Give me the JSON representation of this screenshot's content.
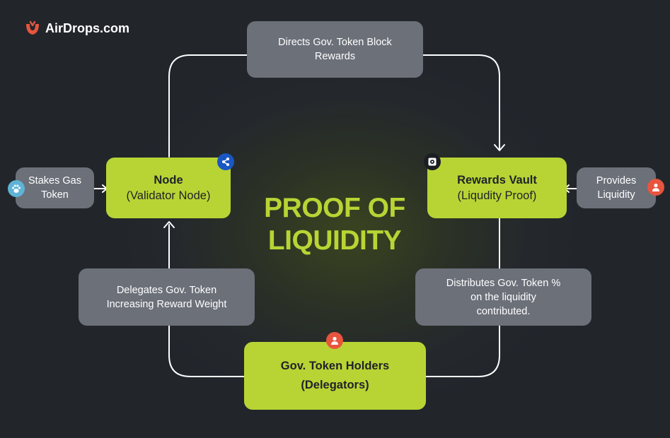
{
  "brand": {
    "name": "AirDrops.com",
    "accent": "#e8553e"
  },
  "title": {
    "line1": "PROOF OF",
    "line2": "LIQUIDITY"
  },
  "nodes": {
    "node": {
      "line1": "Node",
      "line2": "(Validator Node)",
      "icon": "share-icon",
      "icon_color": "#1a57c4"
    },
    "rewards_vault": {
      "line1": "Rewards Vault",
      "line2": "(Liqudity Proof)",
      "icon": "vault-icon"
    },
    "holders": {
      "line1": "Gov. Token Holders",
      "line2": "(Delegators)",
      "icon": "user-icon",
      "icon_color": "#e8553e"
    }
  },
  "edges": {
    "directs": {
      "line1": "Directs Gov. Token Block",
      "line2": "Rewards"
    },
    "distributes": {
      "line1": "Distributes Gov. Token %",
      "line2": "on the liquidity",
      "line3": "contributed."
    },
    "delegates": {
      "line1": "Delegates Gov. Token",
      "line2": "Increasing Reward Weight"
    }
  },
  "inputs": {
    "stakes": {
      "line1": "Stakes Gas",
      "line2": "Token",
      "icon": "paw-icon",
      "icon_color": "#5fb3d6"
    },
    "provides": {
      "line1": "Provides",
      "line2": "Liquidity",
      "icon": "user-icon",
      "icon_color": "#e8553e"
    }
  },
  "colors": {
    "background": "#24282d",
    "green": "#b8d434",
    "gray": "#6b7079"
  }
}
